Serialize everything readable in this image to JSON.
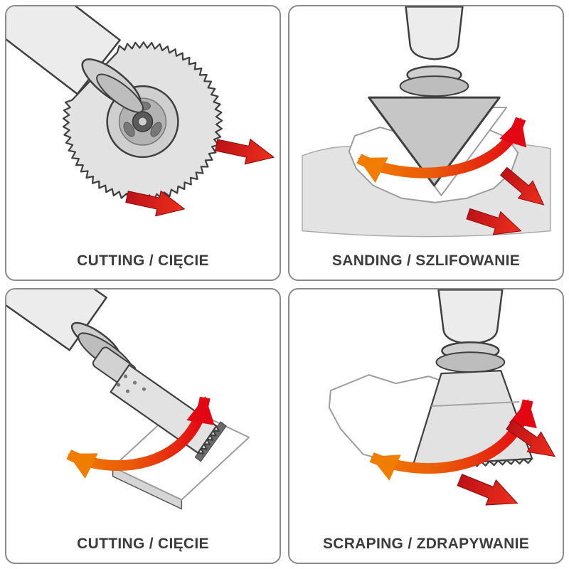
{
  "panels": [
    {
      "id": "cutting-segment",
      "label": "CUTTING / CIĘCIE",
      "illustration": "segment-saw-blade-cutting"
    },
    {
      "id": "sanding",
      "label": "SANDING / SZLIFOWANIE",
      "illustration": "triangular-pad-sanding"
    },
    {
      "id": "cutting-plunge",
      "label": "CUTTING / CIĘCIE",
      "illustration": "plunge-blade-cutting-board"
    },
    {
      "id": "scraping",
      "label": "SCRAPING / ZDRAPYWANIE",
      "illustration": "scraper-blade-scraping"
    }
  ],
  "icons": {
    "oscillation-arrow": "curved double-headed arrow (orange to red)",
    "direction-arrow": "straight red arrow"
  },
  "colors": {
    "arrow_red": "#e30613",
    "arrow_red_dark": "#bd1218",
    "arrow_orange": "#f07d00",
    "outline": "#3f3f3f",
    "tool_light": "#ececec",
    "tool_mid": "#cfcfcf",
    "tool_dark": "#a8a8a8",
    "floor": "#e3e3e3",
    "border": "#8a8a8a",
    "label_text": "#3c3c3c"
  }
}
